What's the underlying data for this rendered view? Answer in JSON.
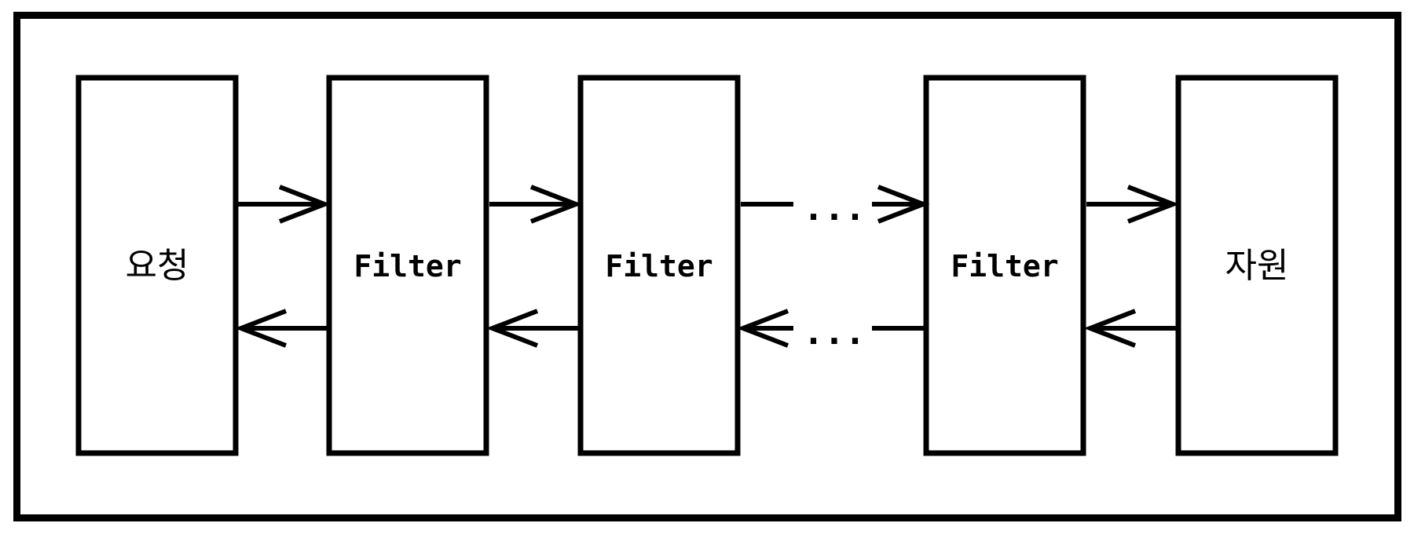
{
  "diagram": {
    "type": "flow",
    "background_color": "#ffffff",
    "line_color": "#000000",
    "text_color": "#000000",
    "nodes": [
      {
        "id": "request",
        "label": "요청"
      },
      {
        "id": "filter-1",
        "label": "Filter"
      },
      {
        "id": "filter-2",
        "label": "Filter"
      },
      {
        "id": "filter-3",
        "label": "Filter"
      },
      {
        "id": "resource",
        "label": "자원"
      }
    ],
    "ellipsis": "...",
    "connections": [
      {
        "from": "요청",
        "to": "Filter",
        "direction": "bidirectional"
      },
      {
        "from": "Filter",
        "to": "Filter",
        "direction": "bidirectional"
      },
      {
        "from": "Filter",
        "to": "Filter",
        "direction": "bidirectional",
        "interrupted_by": "..."
      },
      {
        "from": "Filter",
        "to": "자원",
        "direction": "bidirectional"
      }
    ]
  }
}
